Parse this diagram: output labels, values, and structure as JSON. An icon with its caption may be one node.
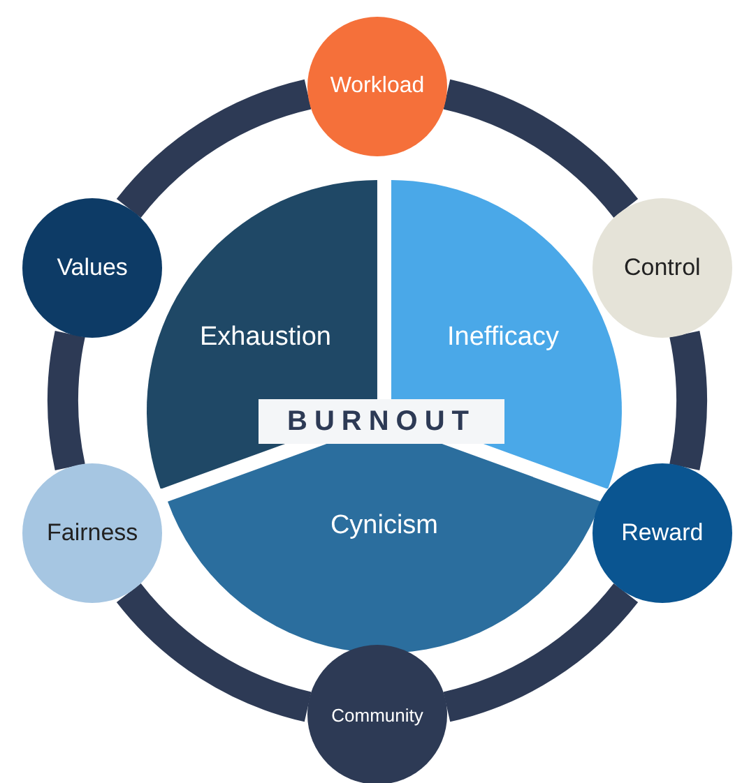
{
  "diagram": {
    "nodes": [
      {
        "text": [
          "Workload"
        ]
      },
      {
        "text": [
          "Values"
        ]
      },
      {
        "text": [
          "Control"
        ]
      },
      {
        "text": [
          "Exhaustion"
        ]
      },
      {
        "text": [
          "Inefficacy"
        ]
      },
      {
        "text": [
          "BURNOUT"
        ]
      },
      {
        "text": [
          "Fairness"
        ]
      },
      {
        "text": [
          "Cynicism"
        ]
      },
      {
        "text": [
          "Reward"
        ]
      },
      {
        "text": [
          "Community"
        ]
      }
    ],
    "edges": [
      {
        "from": 0,
        "to": 2,
        "arrow": "none"
      },
      {
        "from": 2,
        "to": 8,
        "arrow": "none"
      },
      {
        "from": 8,
        "to": 9,
        "arrow": "none"
      },
      {
        "from": 9,
        "to": 6,
        "arrow": "none"
      },
      {
        "from": 6,
        "to": 1,
        "arrow": "none"
      },
      {
        "from": 1,
        "to": 0,
        "arrow": "none"
      }
    ]
  }
}
